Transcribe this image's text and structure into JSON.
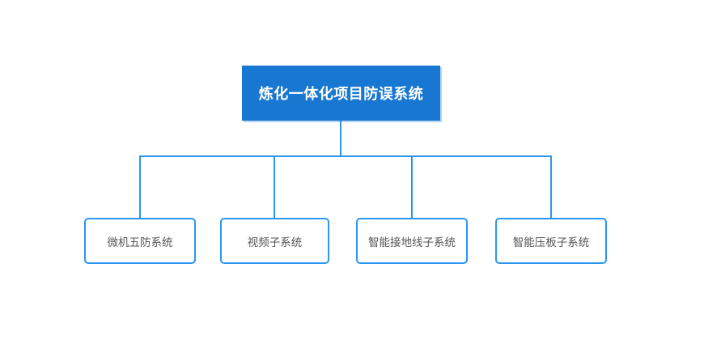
{
  "diagram": {
    "root": {
      "label": "炼化一体化项目防误系统"
    },
    "children": [
      {
        "label": "微机五防系统"
      },
      {
        "label": "视频子系统"
      },
      {
        "label": "智能接地线子系统"
      },
      {
        "label": "智能压板子系统"
      }
    ],
    "colors": {
      "root_fill": "#1877d1",
      "root_text": "#ffffff",
      "connector": "#2b97f0",
      "child_border": "#2b97f0",
      "child_text": "#555555",
      "background": "#ffffff"
    }
  }
}
